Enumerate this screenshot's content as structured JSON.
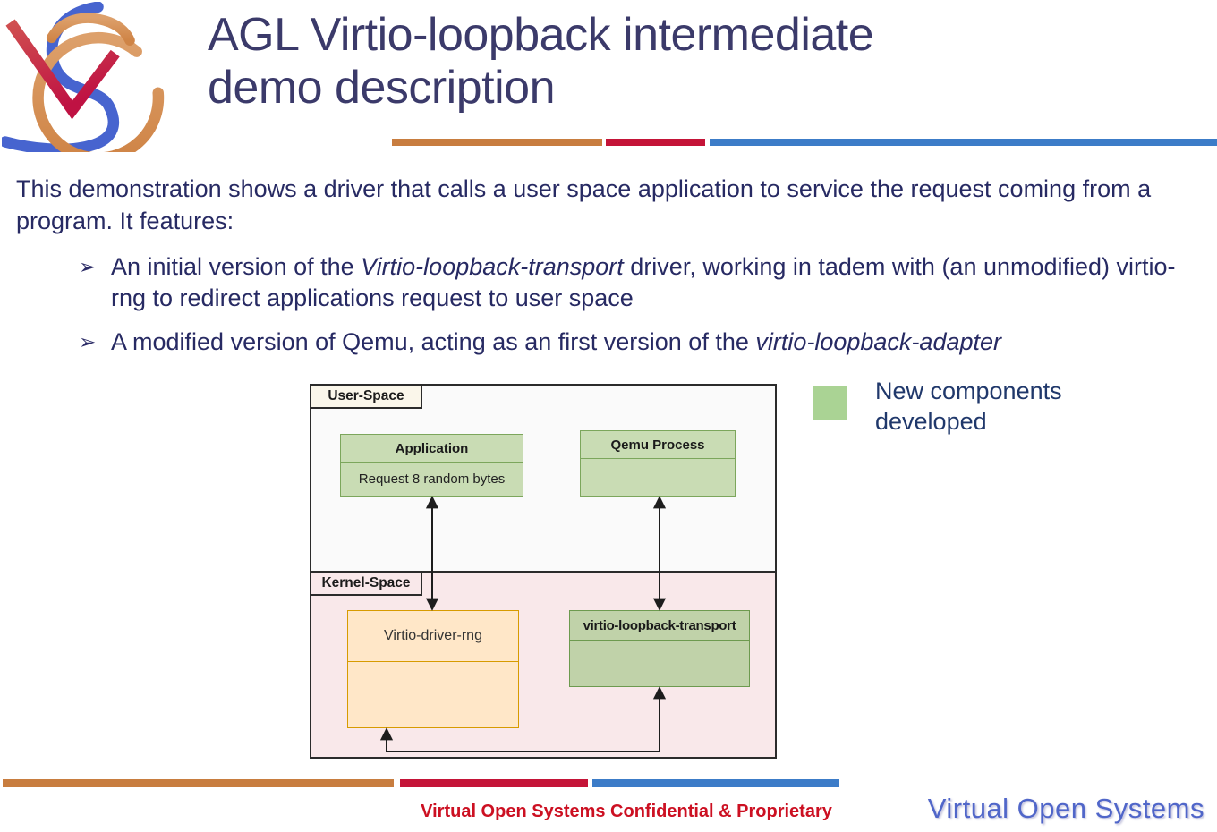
{
  "slide": {
    "title": {
      "line1": "AGL Virtio-loopback intermediate",
      "line2": "demo description"
    },
    "intro": "This demonstration shows a driver that calls a user space application to service the request coming from a program. It features:",
    "bullet_marker": "➢",
    "bullets": [
      {
        "pre": "An initial version of the ",
        "em": "Virtio-loopback-transport",
        "post": " driver, working in tadem with (an unmodified) virtio-rng to redirect applications request to user space"
      },
      {
        "pre": "A modified version of Qemu, acting as an first version of the ",
        "em": "virtio-loopback-adapter",
        "post": ""
      }
    ]
  },
  "diagram": {
    "user_space_label": "User-Space",
    "kernel_space_label": "Kernel-Space",
    "application": {
      "title": "Application",
      "body": "Request 8 random bytes"
    },
    "qemu_process": {
      "title": "Qemu Process"
    },
    "virtio_driver_rng": {
      "title": "Virtio-driver-rng"
    },
    "virtio_loopback_transport": {
      "title": "virtio-loopback-transport"
    },
    "colors": {
      "new_component_fill": "#c9dcb4",
      "new_component_border": "#7ca65c",
      "existing_fill": "#ffe7c8",
      "existing_border": "#d79b00",
      "user_space_bg": "#fafafa",
      "kernel_space_bg": "#f9e8ea"
    }
  },
  "legend": {
    "swatch_color": "#aad394",
    "label": "New components developed"
  },
  "footer": {
    "confidential": "Virtual Open Systems Confidential & Proprietary",
    "brand": "Virtual Open Systems"
  },
  "accent_colors": {
    "bar_orange": "#c87d3f",
    "bar_red": "#c41438",
    "bar_blue": "#3c7cc8",
    "title_text": "#3b3a6a",
    "body_text": "#272a63",
    "confidential_red": "#cc1022",
    "brand_blue": "#5066c9"
  }
}
